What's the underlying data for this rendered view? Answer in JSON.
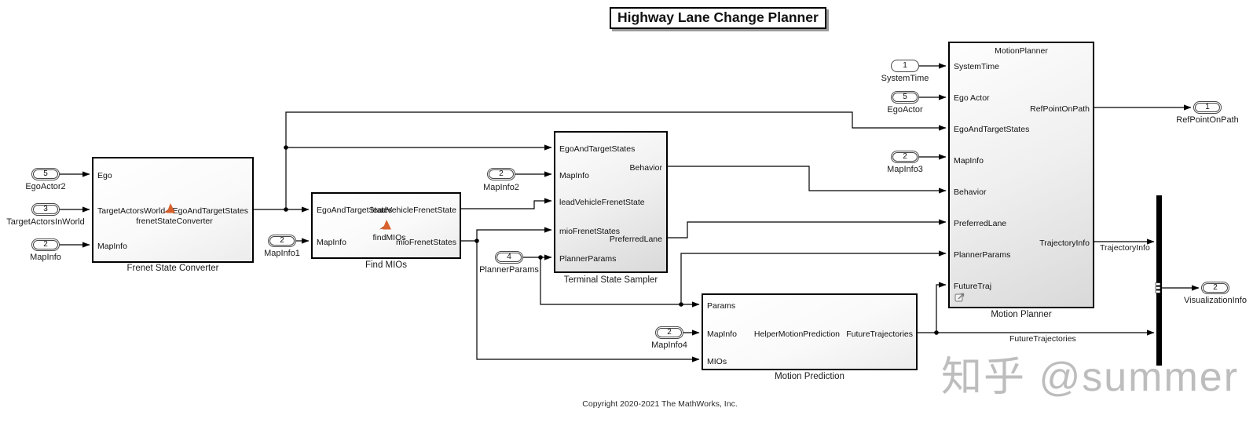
{
  "title": "Highway Lane Change Planner",
  "annotations": {
    "copyright": "Copyright 2020-2021 The MathWorks, Inc.",
    "watermark": "知乎 @summer"
  },
  "inports": {
    "ego_actor2": {
      "num": "5",
      "label": "EgoActor2"
    },
    "target_actors_in_world": {
      "num": "3",
      "label": "TargetActorsInWorld"
    },
    "map_info": {
      "num": "2",
      "label": "MapInfo"
    },
    "map_info1": {
      "num": "2",
      "label": "MapInfo1"
    },
    "map_info2": {
      "num": "2",
      "label": "MapInfo2"
    },
    "planner_params": {
      "num": "4",
      "label": "PlannerParams"
    },
    "map_info4": {
      "num": "2",
      "label": "MapInfo4"
    },
    "system_time": {
      "num": "1",
      "label": "SystemTime"
    },
    "ego_actor": {
      "num": "5",
      "label": "EgoActor"
    },
    "map_info3": {
      "num": "2",
      "label": "MapInfo3"
    }
  },
  "outports": {
    "ref_point_on_path": {
      "num": "1",
      "label": "RefPointOnPath"
    },
    "visualization_info": {
      "num": "2",
      "label": "VisualizationInfo"
    }
  },
  "blocks": {
    "frenet_state_converter": {
      "name": "Frenet State Converter",
      "function_name": "frenetStateConverter",
      "in": [
        "Ego",
        "TargetActorsWorld",
        "MapInfo"
      ],
      "out": [
        "EgoAndTargetStates"
      ]
    },
    "find_mios": {
      "name": "Find MIOs",
      "function_name": "findMIOs",
      "in": [
        "EgoAndTargetStates",
        "MapInfo"
      ],
      "out": [
        "leadVehicleFrenetState",
        "mioFrenetStates"
      ]
    },
    "terminal_state_sampler": {
      "name": "Terminal State Sampler",
      "in": [
        "EgoAndTargetStates",
        "MapInfo",
        "leadVehicleFrenetState",
        "mioFrenetStates",
        "PlannerParams"
      ],
      "out": [
        "Behavior",
        "PreferredLane"
      ]
    },
    "motion_prediction": {
      "name": "Motion Prediction",
      "center_text": "HelperMotionPrediction",
      "in": [
        "Params",
        "MapInfo",
        "MIOs"
      ],
      "out": [
        "FutureTrajectories"
      ]
    },
    "motion_planner": {
      "name": "Motion Planner",
      "header": "MotionPlanner",
      "in": [
        "SystemTime",
        "Ego Actor",
        "EgoAndTargetStates",
        "MapInfo",
        "Behavior",
        "PreferredLane",
        "PlannerParams",
        "FutureTraj"
      ],
      "out": [
        "RefPointOnPath",
        "TrajectoryInfo"
      ]
    }
  },
  "wire_labels": {
    "trajectory_info": "TrajectoryInfo",
    "future_trajectories": "FutureTrajectories"
  }
}
